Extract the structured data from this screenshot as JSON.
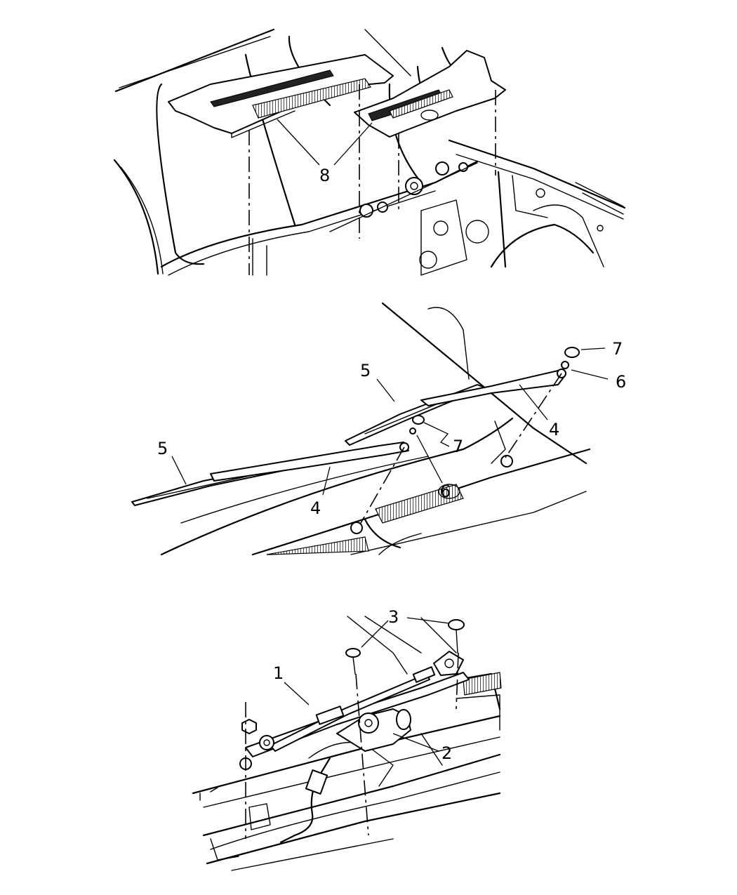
{
  "callouts": {
    "cowl_panel": "8",
    "wiper_blade_left": "5",
    "wiper_blade_right": "5",
    "wiper_arm_left": "4",
    "wiper_arm_right": "4",
    "nut_left": "6",
    "nut_right": "6",
    "cap_left": "7",
    "cap_right": "7",
    "wiper_linkage": "1",
    "wiper_motor": "2",
    "bolt": "3"
  }
}
